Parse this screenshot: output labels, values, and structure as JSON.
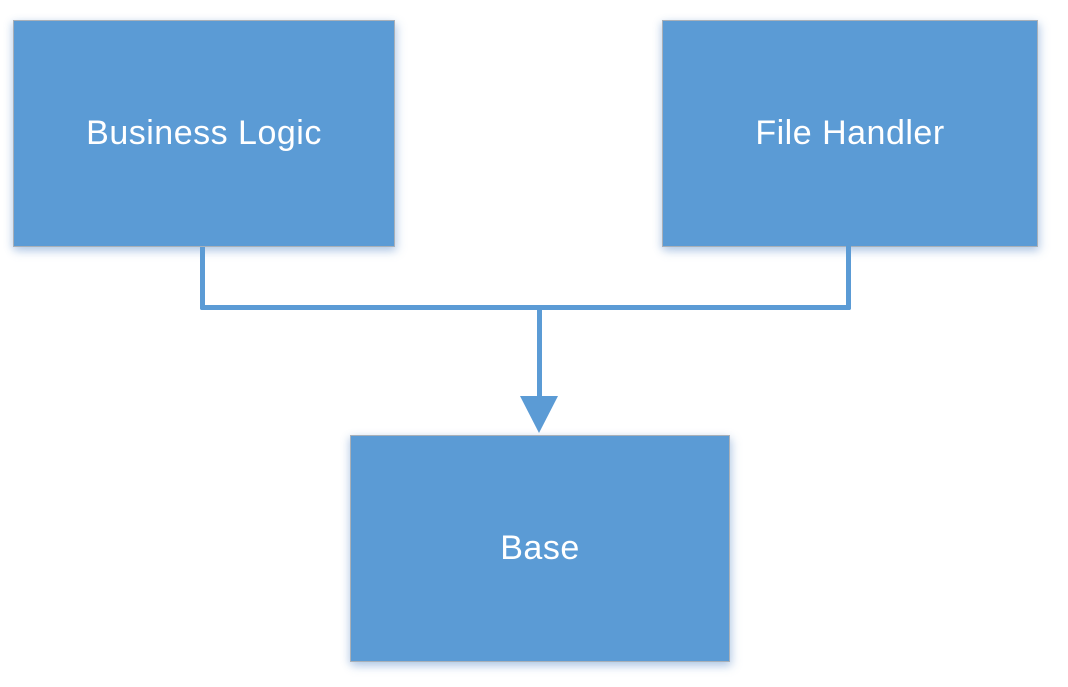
{
  "diagram": {
    "type": "hierarchy",
    "nodes": [
      {
        "id": "business-logic",
        "label": "Business Logic",
        "position": "top-left"
      },
      {
        "id": "file-handler",
        "label": "File Handler",
        "position": "top-right"
      },
      {
        "id": "base",
        "label": "Base",
        "position": "bottom-center"
      }
    ],
    "edges": [
      {
        "from": "business-logic",
        "to": "base",
        "arrowhead": "triangle-down"
      },
      {
        "from": "file-handler",
        "to": "base",
        "arrowhead": "triangle-down"
      }
    ]
  },
  "colors": {
    "node-fill": "#5b9bd5",
    "node-border": "#a9b0b8",
    "node-text": "#ffffff",
    "connector": "#5b9bd5",
    "canvas-bg": "#ffffff"
  }
}
